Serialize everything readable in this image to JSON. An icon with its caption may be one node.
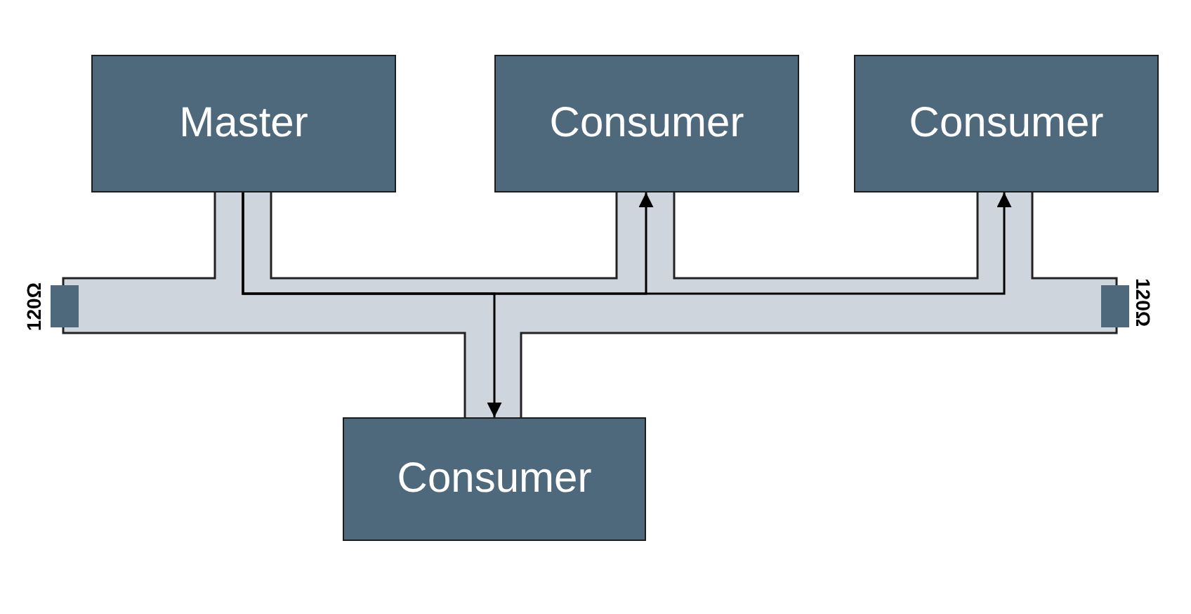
{
  "diagram": {
    "nodes": [
      {
        "text": [
          "Master"
        ]
      },
      {
        "text": [
          "Consumer"
        ]
      },
      {
        "text": [
          "Consumer"
        ]
      },
      {
        "text": [],
        "shape": "box",
        "beside": [
          "120Ω"
        ]
      },
      {
        "text": [],
        "shape": "box",
        "beside": [
          "120Ω"
        ]
      },
      {
        "text": [
          "Consumer"
        ]
      }
    ],
    "edges": [
      {
        "from": 0,
        "to": 1,
        "arrow": "to"
      },
      {
        "from": 0,
        "to": 2,
        "arrow": "to"
      },
      {
        "from": 0,
        "to": 5,
        "arrow": "to"
      }
    ]
  }
}
